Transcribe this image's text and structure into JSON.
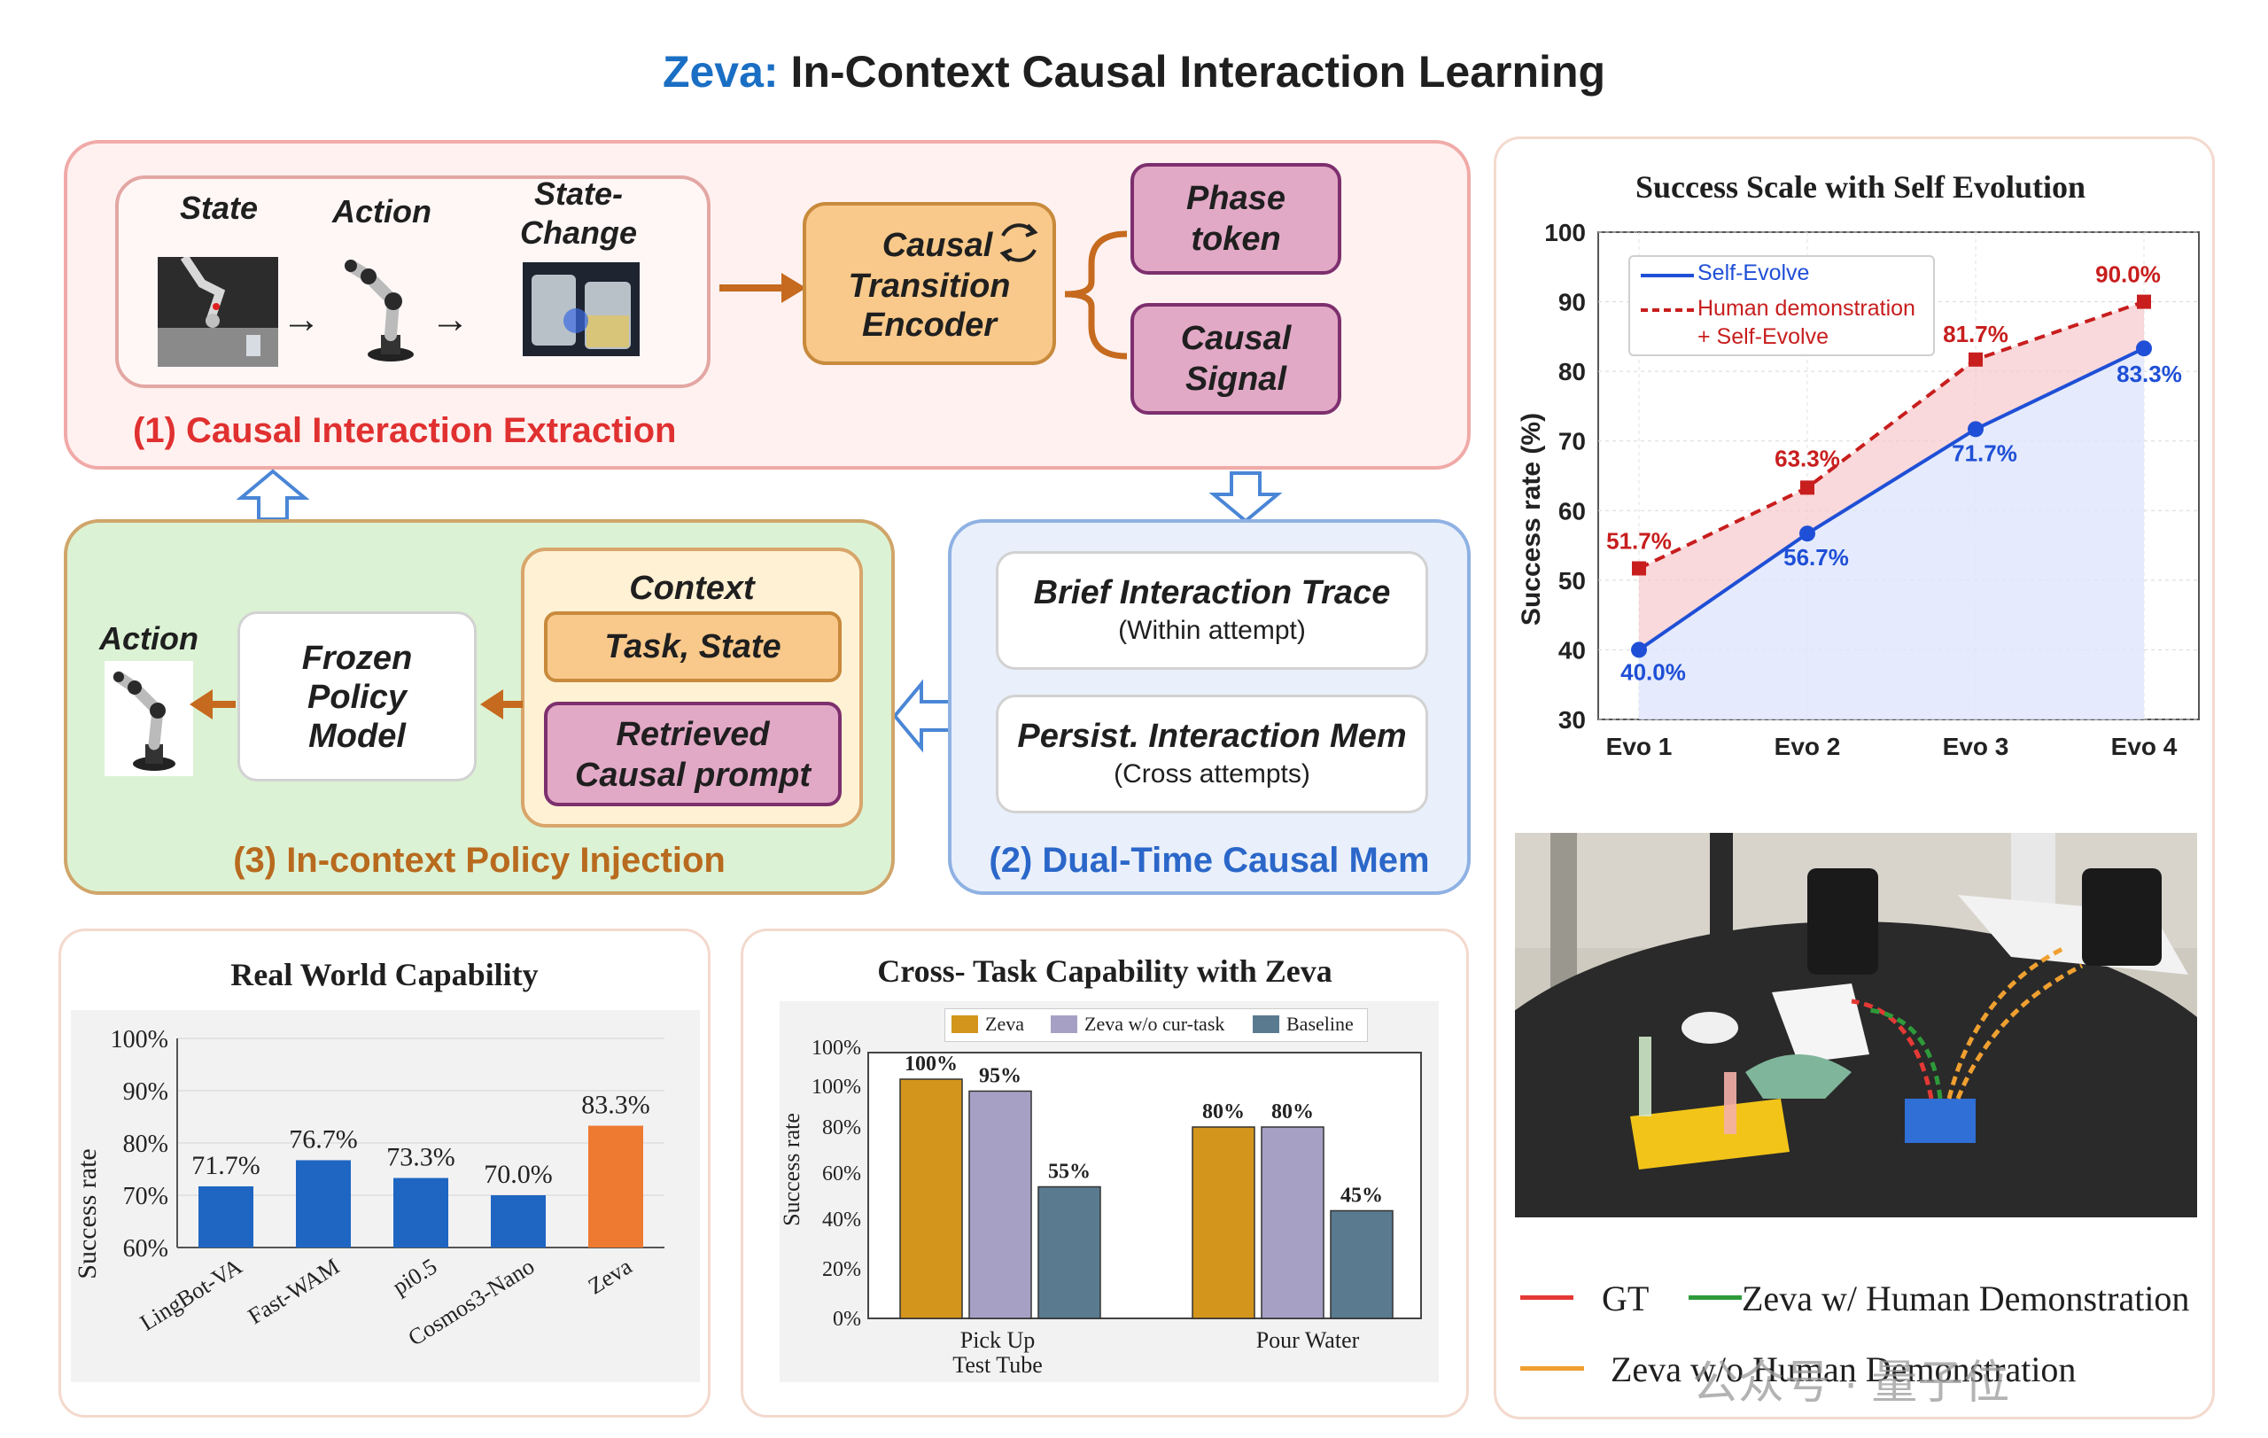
{
  "title": {
    "brand": "Zeva:",
    "rest": " In-Context Causal Interaction Learning"
  },
  "extraction": {
    "label": "(1) Causal Interaction Extraction",
    "state": "State",
    "action": "Action",
    "state_change_line1": "State-",
    "state_change_line2": "Change",
    "encoder_line1": "Causal",
    "encoder_line2": "Transition",
    "encoder_line3": "Encoder",
    "phase_line1": "Phase",
    "phase_line2": "token",
    "signal_line1": "Causal",
    "signal_line2": "Signal"
  },
  "memory": {
    "label": "(2) Dual-Time Causal Mem",
    "brief_title": "Brief Interaction Trace",
    "brief_sub": "(Within attempt)",
    "persist_title": "Persist. Interaction Mem",
    "persist_sub": "(Cross attempts)"
  },
  "injection": {
    "label": "(3) In-context Policy Injection",
    "action": "Action",
    "frozen_line1": "Frozen",
    "frozen_line2": "Policy",
    "frozen_line3": "Model",
    "context": "Context",
    "task_state": "Task, State",
    "retrieved_line1": "Retrieved",
    "retrieved_line2": "Causal prompt"
  },
  "evolution_chart": {
    "title": "Success Scale with Self Evolution",
    "ylabel": "Success rate (%)",
    "legend_self": "Self-Evolve",
    "legend_human_line1": "Human demonstration",
    "legend_human_line2": "+ Self-Evolve"
  },
  "real_world_chart": {
    "title": "Real World Capability",
    "ylabel": "Success rate"
  },
  "cross_task_chart": {
    "title": "Cross- Task Capability with Zeva",
    "ylabel": "Success rate",
    "legend": [
      "Zeva",
      "Zeva w/o cur-task",
      "Baseline"
    ],
    "cat1_line1": "Pick Up",
    "cat1_line2": "Test Tube",
    "cat2": "Pour Water"
  },
  "photo_legend": {
    "gt": "GT",
    "with_demo": "Zeva w/ Human Demonstration",
    "without_demo": "Zeva w/o Human Demonstration"
  },
  "watermark": {
    "left": "公众号 · 量子位"
  },
  "colors": {
    "brand_blue": "#1a6fc4",
    "extraction_red": "#e03030",
    "injection_brown": "#b86a1e",
    "memory_blue": "#2b67c9",
    "self_evolve": "#1f4fd6",
    "human_demo": "#c81e1e",
    "rw_blue": "#1f66c2",
    "rw_orange": "#ee7a32",
    "zeva_gold": "#d3951c",
    "zeva_wo": "#a6a1c4",
    "baseline": "#5a7b8f",
    "gt_red": "#e53935",
    "green": "#2e9a3a",
    "orange": "#f0a030"
  },
  "chart_data": [
    {
      "type": "line",
      "title": "Success Scale with Self Evolution",
      "ylabel": "Success rate (%)",
      "x": [
        "Evo 1",
        "Evo 2",
        "Evo 3",
        "Evo 4"
      ],
      "ylim": [
        30,
        100
      ],
      "yticks": [
        30,
        40,
        50,
        60,
        70,
        80,
        90,
        100
      ],
      "grid": true,
      "legend_position": "top-left",
      "series": [
        {
          "name": "Self-Evolve",
          "values": [
            40.0,
            56.7,
            71.7,
            83.3
          ],
          "labels": [
            "40.0%",
            "56.7%",
            "71.7%",
            "83.3%"
          ]
        },
        {
          "name": "Human demonstration + Self-Evolve",
          "values": [
            51.7,
            63.3,
            81.7,
            90.0
          ],
          "labels": [
            "51.7%",
            "63.3%",
            "81.7%",
            "90.0%"
          ]
        }
      ]
    },
    {
      "type": "bar",
      "title": "Real World Capability",
      "ylabel": "Success rate",
      "categories": [
        "LingBot-VA",
        "Fast-WAM",
        "pi0.5",
        "Cosmos3-Nano",
        "Zeva"
      ],
      "values": [
        71.7,
        76.7,
        73.3,
        70.0,
        83.3
      ],
      "labels": [
        "71.7%",
        "76.7%",
        "73.3%",
        "70.0%",
        "83.3%"
      ],
      "ylim": [
        60,
        100
      ],
      "yticks": [
        "60%",
        "70%",
        "80%",
        "90%",
        "100%"
      ],
      "grid": true
    },
    {
      "type": "bar",
      "title": "Cross- Task Capability with Zeva",
      "ylabel": "Success rate",
      "categories": [
        "Pick Up Test Tube",
        "Pour Water"
      ],
      "ylim": [
        0,
        100
      ],
      "yticks": [
        "0%",
        "20%",
        "40%",
        "60%",
        "80%",
        "100%",
        "100%"
      ],
      "legend_position": "top-center",
      "series": [
        {
          "name": "Zeva",
          "values": [
            100,
            80
          ],
          "labels": [
            "100%",
            "80%"
          ]
        },
        {
          "name": "Zeva w/o cur-task",
          "values": [
            95,
            80
          ],
          "labels": [
            "95%",
            "80%"
          ]
        },
        {
          "name": "Baseline",
          "values": [
            55,
            45
          ],
          "labels": [
            "55%",
            "45%"
          ]
        }
      ]
    }
  ]
}
